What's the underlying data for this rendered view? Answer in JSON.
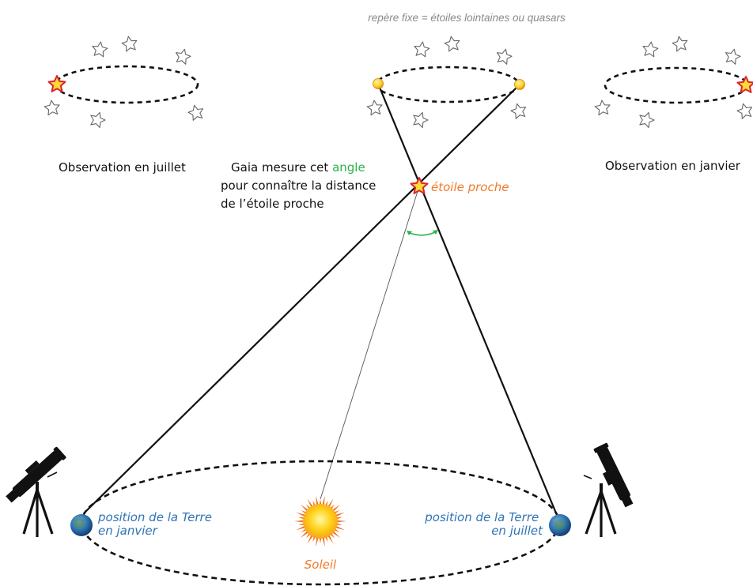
{
  "header": {
    "reference_note": "repère fixe = étoiles lointaines ou quasars"
  },
  "panels": {
    "left_caption": "Observation en juillet",
    "right_caption": "Observation en janvier"
  },
  "explanation": {
    "line1_prefix": "Gaia mesure cet ",
    "line1_highlight": "angle",
    "line2": "pour connaître la distance",
    "line3": "de l’étoile proche"
  },
  "labels": {
    "near_star": "étoile proche",
    "sun": "Soleil",
    "earth_january_line1": "position de la Terre",
    "earth_january_line2": "en janvier",
    "earth_july_line1": "position de la Terre",
    "earth_july_line2": "en juillet"
  },
  "colors": {
    "ink": "#111111",
    "gray_text": "#8a8a8a",
    "orange": "#f07a2a",
    "blue": "#2f74b5",
    "green": "#2bb34b",
    "star_red": "#d8262c",
    "star_yellow": "#ffd83a",
    "sun_core": "#ffd21a",
    "sun_rays": "#f4711c",
    "earth": "#2a6fb0"
  },
  "icons": [
    "star-icon",
    "telescope-icon",
    "earth-icon",
    "sun-icon",
    "angle-arrow-icon"
  ]
}
